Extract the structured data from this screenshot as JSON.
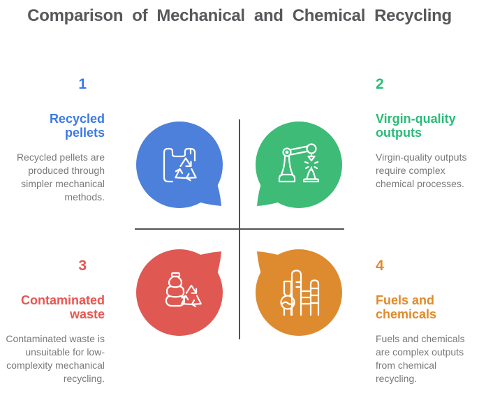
{
  "title": "Comparison of Mechanical and Chemical Recycling",
  "quadrants": [
    {
      "number": "1",
      "heading": "Recycled pellets",
      "body": "Recycled pellets are produced through simpler mechanical methods.",
      "icon": "plastic-bag-recycle",
      "bubble": "blue-speech-bubble"
    },
    {
      "number": "2",
      "heading": "Virgin-quality outputs",
      "body": "Virgin-quality outputs require complex chemical processes.",
      "icon": "robot-arm",
      "bubble": "green-speech-bubble"
    },
    {
      "number": "3",
      "heading": "Contaminated waste",
      "body": "Contaminated waste is unsuitable for low-complexity mechanical recycling.",
      "icon": "crushed-bottle-recycle",
      "bubble": "red-speech-bubble"
    },
    {
      "number": "4",
      "heading": "Fuels and chemicals",
      "body": "Fuels and chemicals are complex outputs from chemical recycling.",
      "icon": "oil-refinery",
      "bubble": "orange-speech-bubble"
    }
  ],
  "colors": {
    "title": "#57585b",
    "body_text": "#77787a",
    "divider": "#515254",
    "icon_stroke": "#ffffff",
    "q1_accent": "#3b7ae4",
    "q1_bubble": "#4c80db",
    "q2_accent": "#2abb78",
    "q2_bubble": "#3dbb77",
    "q3_accent": "#ea5550",
    "q3_bubble": "#e05852",
    "q4_accent": "#e18a2b",
    "q4_bubble": "#de8b30"
  }
}
